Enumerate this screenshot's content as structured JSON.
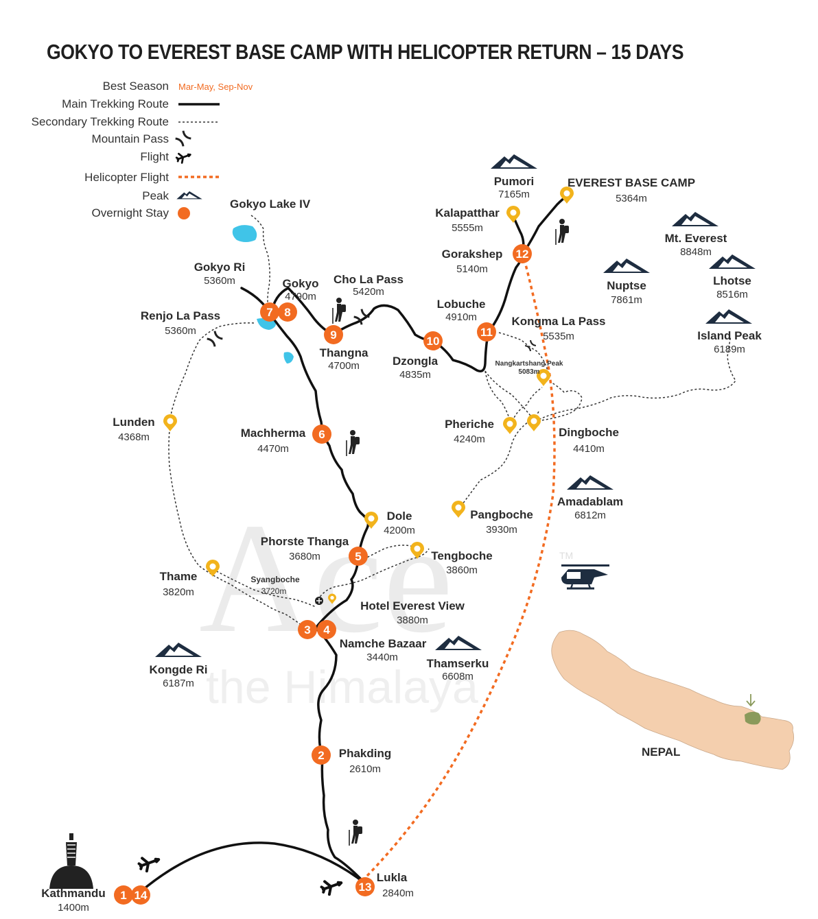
{
  "title": "GOKYO TO EVEREST BASE CAMP WITH HELICOPTER RETURN – 15 DAYS",
  "legend": {
    "best_season_label": "Best Season",
    "best_season_value": "Mar-May, Sep-Nov",
    "main_route": "Main Trekking Route",
    "secondary_route": "Secondary Trekking Route",
    "mountain_pass": "Mountain Pass",
    "flight": "Flight",
    "helicopter_flight": "Helicopter Flight",
    "peak": "Peak",
    "overnight_stay": "Overnight Stay"
  },
  "colors": {
    "accent": "#f26b21",
    "poi": "#f2b31c",
    "route": "#111111",
    "peak": "#1e2d40",
    "lake": "#40c4e8",
    "nepal": "#f4cfae",
    "region_marker": "#8a9a5b"
  },
  "places": {
    "gokyo_lake": {
      "name": "Gokyo Lake IV"
    },
    "gokyo_ri": {
      "name": "Gokyo Ri",
      "elev": "5360m"
    },
    "gokyo": {
      "name": "Gokyo",
      "elev": "4790m"
    },
    "cho_la": {
      "name": "Cho La Pass",
      "elev": "5420m"
    },
    "thangna": {
      "name": "Thangna",
      "elev": "4700m"
    },
    "dzongla": {
      "name": "Dzongla",
      "elev": "4835m"
    },
    "lobuche": {
      "name": "Lobuche",
      "elev": "4910m"
    },
    "gorakshep": {
      "name": "Gorakshep",
      "elev": "5140m"
    },
    "kalapatthar": {
      "name": "Kalapatthar",
      "elev": "5555m"
    },
    "pumori": {
      "name": "Pumori",
      "elev": "7165m"
    },
    "ebc": {
      "name": "EVEREST BASE CAMP",
      "elev": "5364m"
    },
    "everest": {
      "name": "Mt. Everest",
      "elev": "8848m"
    },
    "nuptse": {
      "name": "Nuptse",
      "elev": "7861m"
    },
    "lhotse": {
      "name": "Lhotse",
      "elev": "8516m"
    },
    "kongma_la": {
      "name": "Kongma La Pass",
      "elev": "5535m"
    },
    "island_peak": {
      "name": "Island Peak",
      "elev": "6189m"
    },
    "nangkartshang": {
      "name": "Nangkartshang Peak",
      "elev": "5083m"
    },
    "renjo_la": {
      "name": "Renjo La Pass",
      "elev": "5360m"
    },
    "lunden": {
      "name": "Lunden",
      "elev": "4368m"
    },
    "machherma": {
      "name": "Machherma",
      "elev": "4470m"
    },
    "pheriche": {
      "name": "Pheriche",
      "elev": "4240m"
    },
    "dingboche": {
      "name": "Dingboche",
      "elev": "4410m"
    },
    "amadablam": {
      "name": "Amadablam",
      "elev": "6812m"
    },
    "dole": {
      "name": "Dole",
      "elev": "4200m"
    },
    "pangboche": {
      "name": "Pangboche",
      "elev": "3930m"
    },
    "phorste_thanga": {
      "name": "Phorste Thanga",
      "elev": "3680m"
    },
    "tengboche": {
      "name": "Tengboche",
      "elev": "3860m"
    },
    "thame": {
      "name": "Thame",
      "elev": "3820m"
    },
    "syangboche": {
      "name": "Syangboche",
      "elev": "3720m"
    },
    "hotel_everest_view": {
      "name": "Hotel Everest View",
      "elev": "3880m"
    },
    "namche": {
      "name": "Namche Bazaar",
      "elev": "3440m"
    },
    "kongde_ri": {
      "name": "Kongde Ri",
      "elev": "6187m"
    },
    "thamserku": {
      "name": "Thamserku",
      "elev": "6608m"
    },
    "phakding": {
      "name": "Phakding",
      "elev": "2610m"
    },
    "lukla": {
      "name": "Lukla",
      "elev": "2840m"
    },
    "kathmandu": {
      "name": "Kathmandu",
      "elev": "1400m"
    }
  },
  "stops": {
    "s1": "1",
    "s2": "2",
    "s3": "3",
    "s4": "4",
    "s5": "5",
    "s6": "6",
    "s7": "7",
    "s8": "8",
    "s9": "9",
    "s10": "10",
    "s11": "11",
    "s12": "12",
    "s13": "13",
    "s14": "14"
  },
  "inset": {
    "country": "NEPAL"
  },
  "watermark": {
    "brand": "Ace",
    "tagline": "the Himalaya",
    "tm": "TM"
  }
}
